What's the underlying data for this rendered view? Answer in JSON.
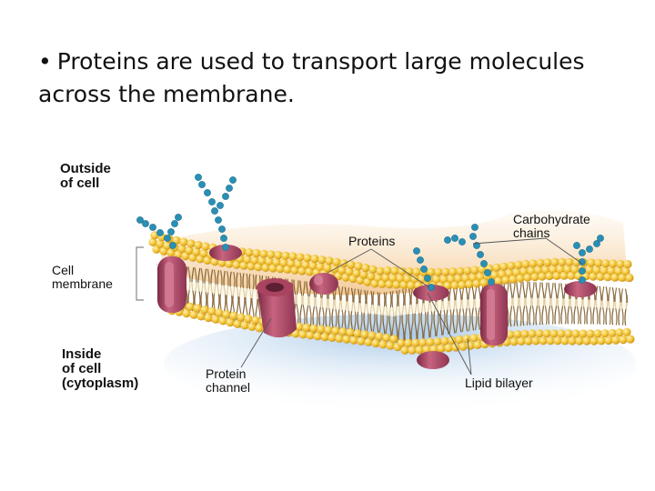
{
  "slide": {
    "bullet": "•",
    "text": "Proteins are used to transport large molecules across the membrane."
  },
  "diagram": {
    "labels": {
      "outside": [
        "Outside",
        "of cell"
      ],
      "cell_membrane": [
        "Cell",
        "membrane"
      ],
      "inside": [
        "Inside",
        "of cell",
        "(cytoplasm)"
      ],
      "protein_channel": [
        "Protein",
        "channel"
      ],
      "proteins": "Proteins",
      "carbohydrate": [
        "Carbohydrate",
        "chains"
      ],
      "lipid_bilayer": "Lipid bilayer"
    },
    "colors": {
      "lipid_head": "#f2c233",
      "lipid_tail": "#7a5a2a",
      "protein": "#b4536e",
      "carbohydrate": "#2a8fb5",
      "extracellular": "#f6d7ae",
      "cytoplasm": "#cfe1f2"
    }
  }
}
